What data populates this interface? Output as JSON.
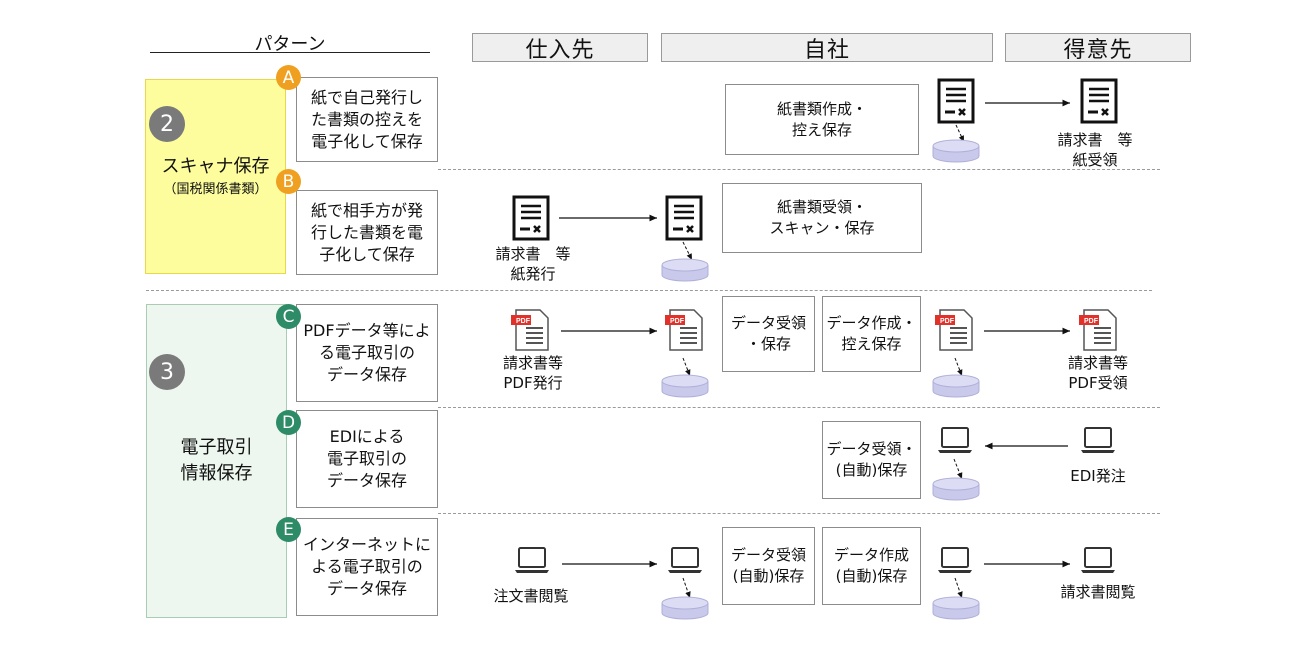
{
  "header": {
    "pattern": "パターン",
    "supplier": "仕入先",
    "own": "自社",
    "customer": "得意先"
  },
  "categories": {
    "scan": {
      "number": "2",
      "title": "スキャナ保存",
      "subtitle": "（国税関係書類）"
    },
    "edi": {
      "number": "3",
      "title": "電子取引\n情報保存"
    }
  },
  "patterns": {
    "A": {
      "badge": "A",
      "text": "紙で自己発行し\nた書類の控えを\n電子化して保存"
    },
    "B": {
      "badge": "B",
      "text": "紙で相手方が発\n行した書類を電\n子化して保存"
    },
    "C": {
      "badge": "C",
      "text": "PDFデータ等によ\nる電子取引の\nデータ保存"
    },
    "D": {
      "badge": "D",
      "text": "EDIによる\n電子取引の\nデータ保存"
    },
    "E": {
      "badge": "E",
      "text": "インターネットに\nよる電子取引の\nデータ保存"
    }
  },
  "process": {
    "a_own": "紙書類作成・\n控え保存",
    "b_own": "紙書類受領・\nスキャン・保存",
    "c_receive": "データ受領\n・保存",
    "c_create": "データ作成・\n控え保存",
    "d_receive": "データ受領・\n(自動)保存",
    "e_receive": "データ受領\n(自動)保存",
    "e_create": "データ作成\n(自動)保存"
  },
  "labels": {
    "a_customer": "請求書　等\n紙受領",
    "b_supplier": "請求書　等\n紙発行",
    "c_supplier": "請求書等\nPDF発行",
    "c_customer": "請求書等\nPDF受領",
    "d_customer": "EDI発注",
    "e_supplier": "注文書閲覧",
    "e_customer": "請求書閲覧"
  },
  "icons": {
    "pdf_tag": "PDF"
  },
  "colors": {
    "badge_orange": "#f0a020",
    "badge_green": "#2e8b67",
    "scan_fill": "#fdfd9e",
    "scan_border": "#e8d84a",
    "edi_fill": "#edf6ef",
    "edi_border": "#a9cdb3",
    "db_fill": "#c9c9ec"
  }
}
